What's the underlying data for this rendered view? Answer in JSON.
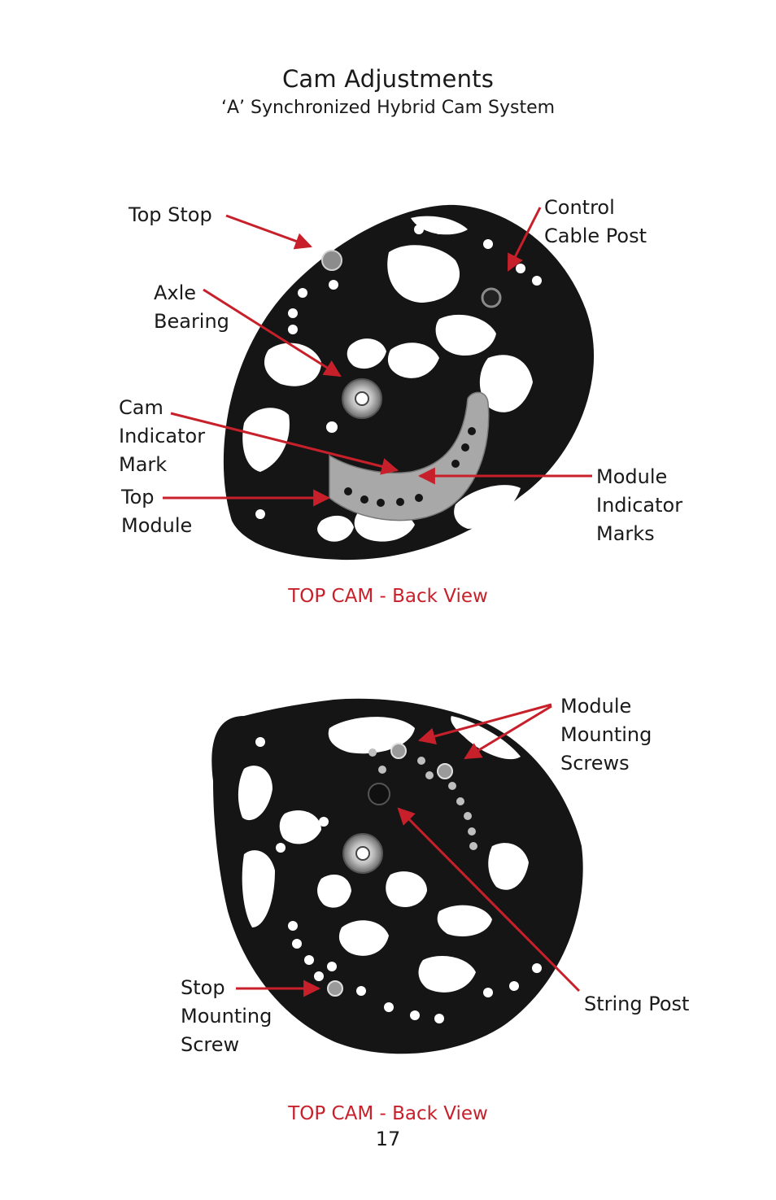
{
  "page": {
    "title": "Cam Adjustments",
    "subtitle": "‘A’ Synchronized Hybrid Cam System",
    "page_number": "17"
  },
  "figure1": {
    "caption": "TOP CAM - Back View",
    "labels": {
      "top_stop": "Top Stop",
      "control_cable_post": "Control\nCable Post",
      "axle_bearing": "Axle\nBearing",
      "cam_indicator_mark": "Cam\nIndicator\nMark",
      "top_module": "Top\nModule",
      "module_indicator_marks": "Module\nIndicator\nMarks"
    }
  },
  "figure2": {
    "caption": "TOP CAM - Back View",
    "labels": {
      "module_mounting_screws": "Module\nMounting\nScrews",
      "stop_mounting_screw": "Stop\nMounting\nScrew",
      "string_post": "String Post"
    }
  },
  "colors": {
    "arrow": "#c8202a",
    "cam_body": "#151515",
    "module": "#a8a8a8"
  }
}
